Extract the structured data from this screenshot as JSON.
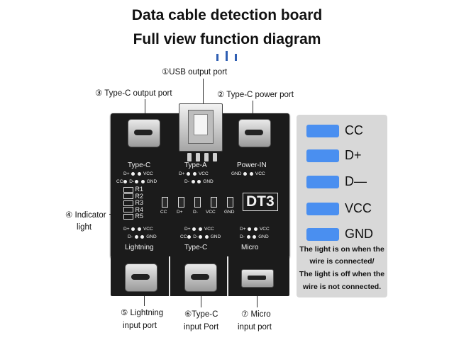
{
  "title_line1": "Data cable detection board",
  "title_line2": "Full view function diagram",
  "callouts": {
    "usb_output": "①USB output port",
    "typec_output": "③ Type-C output port",
    "typec_power": "② Type-C power port",
    "indicator_1": "④ Indicator",
    "indicator_2": "light",
    "lightning_1": "⑤ Lightning",
    "lightning_2": "input port",
    "typec_input_1": "⑥Type-C",
    "typec_input_2": "input Port",
    "micro_1": "⑦ Micro",
    "micro_2": "input port"
  },
  "board": {
    "label_typec": "Type-C",
    "label_typea": "Type-A",
    "label_power": "Power-IN",
    "label_lightning": "Lightning",
    "label_typec_bottom": "Type-C",
    "label_micro": "Micro",
    "model": "DT3",
    "resistors": [
      "R1",
      "R2",
      "R3",
      "R4",
      "R5"
    ],
    "leds": [
      "CC",
      "D+",
      "D-",
      "VCC",
      "GND"
    ],
    "pins": {
      "d_plus": "D+",
      "d_minus": "D-",
      "vcc": "VCC",
      "gnd": "GND",
      "cc": "CC"
    }
  },
  "legend": {
    "items": [
      "CC",
      "D+",
      "D—",
      "VCC",
      "GND"
    ],
    "swatch_color": "#4a8ff0",
    "note": [
      "The light is on when the",
      "wire is connected/",
      "The light is off when the",
      "wire is not connected."
    ]
  }
}
